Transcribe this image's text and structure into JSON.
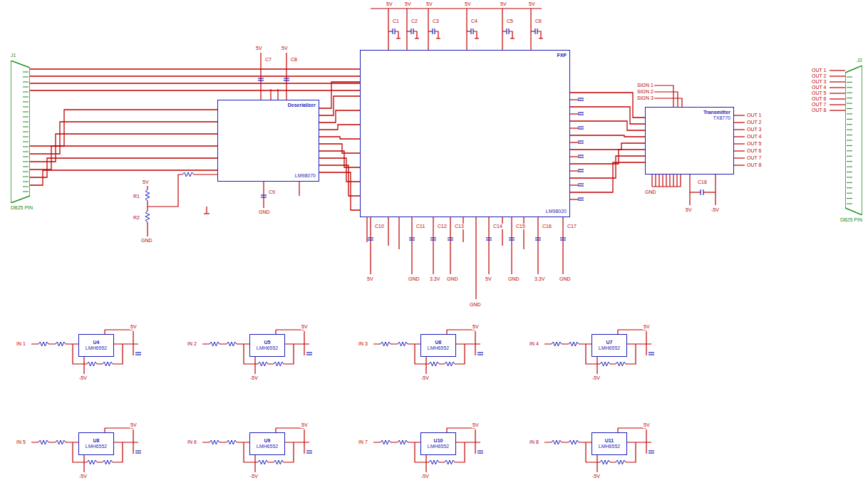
{
  "diagram": {
    "nodes": [
      {
        "text": [
          "J1",
          "DB25 PIN"
        ]
      },
      {
        "text": [
          "Deserializer",
          "LM98070"
        ]
      },
      {
        "text": [
          "FXP",
          "LM98020"
        ]
      },
      {
        "text": [
          "Transmitter",
          "TX8770"
        ]
      },
      {
        "text": [
          "J2",
          "DB25 PIN"
        ]
      },
      {
        "text": [
          "U4",
          "LMH6552"
        ]
      },
      {
        "text": [
          "U5",
          "LMH6552"
        ]
      },
      {
        "text": [
          "U6",
          "LMH6552"
        ]
      },
      {
        "text": [
          "U7",
          "LMH6552"
        ]
      },
      {
        "text": [
          "U8",
          "LMH6552"
        ]
      },
      {
        "text": [
          "U9",
          "LMH6552"
        ]
      },
      {
        "text": [
          "U10",
          "LMH6552"
        ]
      },
      {
        "text": [
          "U11",
          "LMH6552"
        ]
      }
    ],
    "edges": [
      {
        "from": 0,
        "to": 2,
        "arrow": "none"
      },
      {
        "from": 0,
        "to": 2,
        "arrow": "none"
      },
      {
        "from": 0,
        "to": 2,
        "arrow": "none"
      },
      {
        "from": 0,
        "to": 2,
        "arrow": "none"
      },
      {
        "from": 0,
        "to": 1,
        "arrow": "none"
      },
      {
        "from": 0,
        "to": 1,
        "arrow": "none"
      },
      {
        "from": 0,
        "to": 1,
        "arrow": "none"
      },
      {
        "from": 0,
        "to": 1,
        "arrow": "none"
      },
      {
        "from": 0,
        "to": 1,
        "arrow": "none"
      },
      {
        "from": 0,
        "to": 1,
        "arrow": "none"
      },
      {
        "from": 1,
        "to": 2,
        "arrow": "none"
      },
      {
        "from": 1,
        "to": 2,
        "arrow": "none"
      },
      {
        "from": 1,
        "to": 2,
        "arrow": "none"
      },
      {
        "from": 1,
        "to": 2,
        "arrow": "none"
      },
      {
        "from": 1,
        "to": 2,
        "arrow": "none"
      },
      {
        "from": 1,
        "to": 2,
        "arrow": "none"
      },
      {
        "from": 1,
        "to": 2,
        "arrow": "none"
      },
      {
        "from": 1,
        "to": 2,
        "arrow": "none"
      },
      {
        "from": 1,
        "to": 2,
        "arrow": "none"
      },
      {
        "from": 1,
        "to": 2,
        "arrow": "none"
      },
      {
        "from": 2,
        "to": 3,
        "arrow": "none"
      },
      {
        "from": 2,
        "to": 3,
        "arrow": "none"
      },
      {
        "from": 2,
        "to": 3,
        "arrow": "none"
      },
      {
        "from": 2,
        "to": 3,
        "arrow": "none"
      },
      {
        "from": 2,
        "to": 3,
        "arrow": "none"
      },
      {
        "from": 2,
        "to": 3,
        "arrow": "none"
      },
      {
        "from": 2,
        "to": 3,
        "arrow": "none"
      },
      {
        "from": 2,
        "to": 3,
        "arrow": "none"
      }
    ],
    "labels": [
      "5V",
      "5V",
      "5V",
      "5V",
      "5V",
      "5V",
      "C1",
      "C2",
      "C3",
      "C4",
      "C5",
      "C6",
      "5V",
      "5V",
      "C7",
      "C8",
      "R1",
      "R2",
      "5V",
      "GND",
      "C9",
      "GND",
      "C10",
      "C11",
      "C12",
      "C13",
      "C14",
      "C15",
      "C16",
      "C17",
      "5V",
      "GND",
      "3.3V",
      "GND",
      "5V",
      "GND",
      "3.3V",
      "GND",
      "GND",
      "SIGN 1",
      "SIGN 2",
      "SIGN 3",
      "OUT 1",
      "OUT 2",
      "OUT 3",
      "OUT 4",
      "OUT 5",
      "OUT 6",
      "OUT 7",
      "OUT 8",
      "GND",
      "5V",
      "-5V",
      "C18",
      "OUT 1",
      "OUT 2",
      "OUT 3",
      "OUT 4",
      "OUT 5",
      "OUT 6",
      "OUT 7",
      "OUT 8",
      "IN 1",
      "5V",
      "-5V",
      "IN 2",
      "5V",
      "-5V",
      "IN 3",
      "5V",
      "-5V",
      "IN 4",
      "5V",
      "-5V",
      "IN 5",
      "5V",
      "-5V",
      "IN 6",
      "5V",
      "-5V",
      "IN 7",
      "5V",
      "-5V",
      "IN 8",
      "5V",
      "-5V"
    ]
  }
}
